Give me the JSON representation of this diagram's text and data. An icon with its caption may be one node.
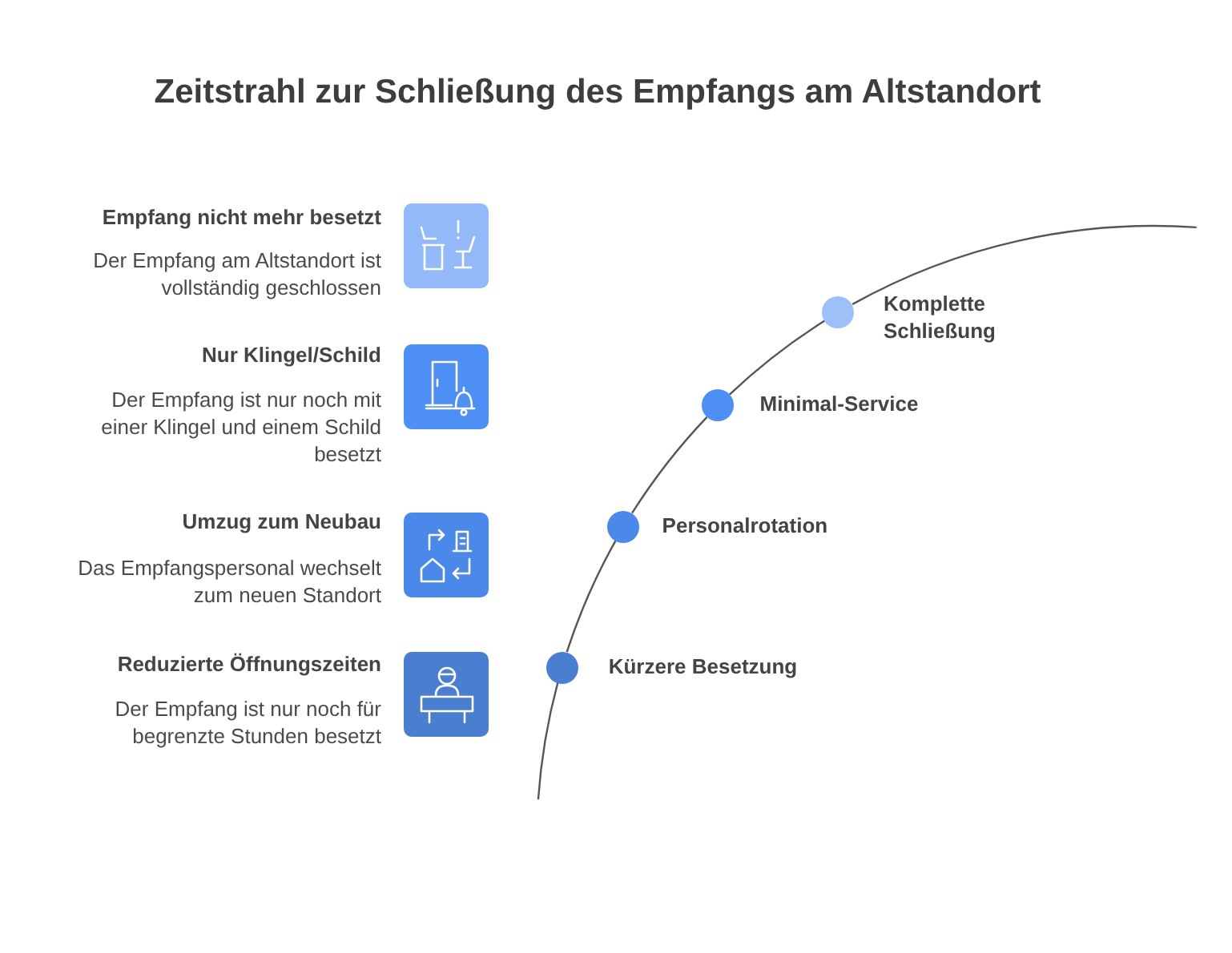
{
  "diagram": {
    "title": "Zeitstrahl zur Schließung des Empfangs am Altstandort",
    "nodes": [
      {
        "text": [],
        "shape": "circle",
        "beside": [
          "Komplette Schließung"
        ]
      },
      {
        "text": [],
        "shape": "circle",
        "beside": [
          "Minimal-Service"
        ]
      },
      {
        "text": [],
        "shape": "circle",
        "beside": [
          "Personalrotation"
        ]
      },
      {
        "text": [],
        "shape": "circle",
        "beside": [
          "Kürzere Besetzung"
        ]
      }
    ],
    "edges": [
      {
        "from": null,
        "to": 0,
        "arrow": "none"
      },
      {
        "from": 0,
        "to": 1,
        "arrow": "none"
      },
      {
        "from": 1,
        "to": 2,
        "arrow": "none"
      },
      {
        "from": 2,
        "to": 3,
        "arrow": "none"
      },
      {
        "from": 3,
        "to": null,
        "arrow": "none"
      }
    ],
    "labels": [
      "Empfang nicht mehr besetzt",
      "Der Empfang am Altstandort ist vollständig geschlossen",
      "Nur Klingel/Schild",
      "Der Empfang ist nur noch mit einer Klingel und einem Schild besetzt",
      "Umzug zum Neubau",
      "Das Empfangspersonal wechselt zum neuen Standort",
      "Reduzierte Öffnungszeiten",
      "Der Empfang ist nur noch für begrenzte Stunden besetzt"
    ]
  }
}
